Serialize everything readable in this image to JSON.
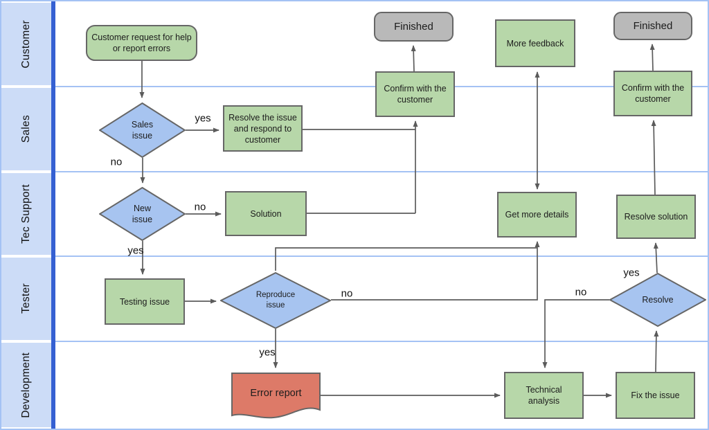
{
  "lanes": [
    {
      "label": "Customer"
    },
    {
      "label": "Sales"
    },
    {
      "label": "Tec Support"
    },
    {
      "label": "Tester"
    },
    {
      "label": "Development"
    }
  ],
  "nodes": {
    "customer_request": {
      "label": "Customer request for help or report errors",
      "type": "rounded-process",
      "lane": "Customer"
    },
    "finished_1": {
      "label": "Finished",
      "type": "terminator",
      "lane": "Customer"
    },
    "more_feedback": {
      "label": "More feedback",
      "type": "process",
      "lane": "Customer"
    },
    "finished_2": {
      "label": "Finished",
      "type": "terminator",
      "lane": "Customer"
    },
    "confirm_1": {
      "label": "Confirm with the customer",
      "type": "process",
      "lane": "Sales"
    },
    "confirm_2": {
      "label": "Confirm with the customer",
      "type": "process",
      "lane": "Sales"
    },
    "sales_issue": {
      "label": "Sales issue",
      "type": "decision",
      "lane": "Sales"
    },
    "resolve_issue": {
      "label": "Resolve the issue and respond to customer",
      "type": "process",
      "lane": "Sales"
    },
    "new_issue": {
      "label": "New issue",
      "type": "decision",
      "lane": "Tec Support"
    },
    "solution": {
      "label": "Solution",
      "type": "process",
      "lane": "Tec Support"
    },
    "get_more_details": {
      "label": "Get more details",
      "type": "process",
      "lane": "Tec Support"
    },
    "resolve_solution": {
      "label": "Resolve solution",
      "type": "process",
      "lane": "Tec Support"
    },
    "testing_issue": {
      "label": "Testing issue",
      "type": "process",
      "lane": "Tester"
    },
    "reproduce_issue": {
      "label": "Reproduce issue",
      "type": "decision",
      "lane": "Tester"
    },
    "resolve": {
      "label": "Resolve",
      "type": "decision",
      "lane": "Tester"
    },
    "error_report": {
      "label": "Error report",
      "type": "document",
      "lane": "Development"
    },
    "technical_analysis": {
      "label": "Technical analysis",
      "type": "process",
      "lane": "Development"
    },
    "fix_the_issue": {
      "label": "Fix the issue",
      "type": "process",
      "lane": "Development"
    }
  },
  "edge_labels": {
    "sales_yes": "yes",
    "sales_no": "no",
    "new_no": "no",
    "new_yes": "yes",
    "reproduce_no": "no",
    "reproduce_yes": "yes",
    "resolve_no": "no",
    "resolve_yes": "yes"
  },
  "edges": [
    {
      "from": "customer_request",
      "to": "sales_issue",
      "label": ""
    },
    {
      "from": "sales_issue",
      "to": "resolve_issue",
      "label": "yes"
    },
    {
      "from": "sales_issue",
      "to": "new_issue",
      "label": "no"
    },
    {
      "from": "resolve_issue",
      "to": "confirm_1",
      "label": ""
    },
    {
      "from": "solution",
      "to": "confirm_1",
      "label": ""
    },
    {
      "from": "confirm_1",
      "to": "finished_1",
      "label": ""
    },
    {
      "from": "new_issue",
      "to": "solution",
      "label": "no"
    },
    {
      "from": "new_issue",
      "to": "testing_issue",
      "label": "yes"
    },
    {
      "from": "testing_issue",
      "to": "reproduce_issue",
      "label": ""
    },
    {
      "from": "reproduce_issue",
      "to": "error_report",
      "label": "yes"
    },
    {
      "from": "reproduce_issue",
      "to": "get_more_details",
      "label": "no"
    },
    {
      "from": "get_more_details",
      "to": "reproduce_issue",
      "label": ""
    },
    {
      "from": "get_more_details",
      "to": "more_feedback",
      "label": "",
      "bidirectional": true
    },
    {
      "from": "resolve",
      "to": "technical_analysis",
      "label": "no"
    },
    {
      "from": "error_report",
      "to": "technical_analysis",
      "label": ""
    },
    {
      "from": "technical_analysis",
      "to": "fix_the_issue",
      "label": ""
    },
    {
      "from": "fix_the_issue",
      "to": "resolve",
      "label": ""
    },
    {
      "from": "resolve",
      "to": "resolve_solution",
      "label": "yes"
    },
    {
      "from": "resolve_solution",
      "to": "confirm_2",
      "label": ""
    },
    {
      "from": "confirm_2",
      "to": "finished_2",
      "label": ""
    }
  ],
  "colors": {
    "process_fill": "#b7d7a9",
    "decision_fill": "#a7c4f0",
    "terminator_fill": "#b9b9b9",
    "document_fill": "#dd7a68",
    "shape_border": "#666666",
    "lane_bg": "#ccdcf7",
    "lane_stripe": "#3560d2",
    "lane_divider": "#a4c2f4",
    "connector": "#5b5b5b"
  }
}
